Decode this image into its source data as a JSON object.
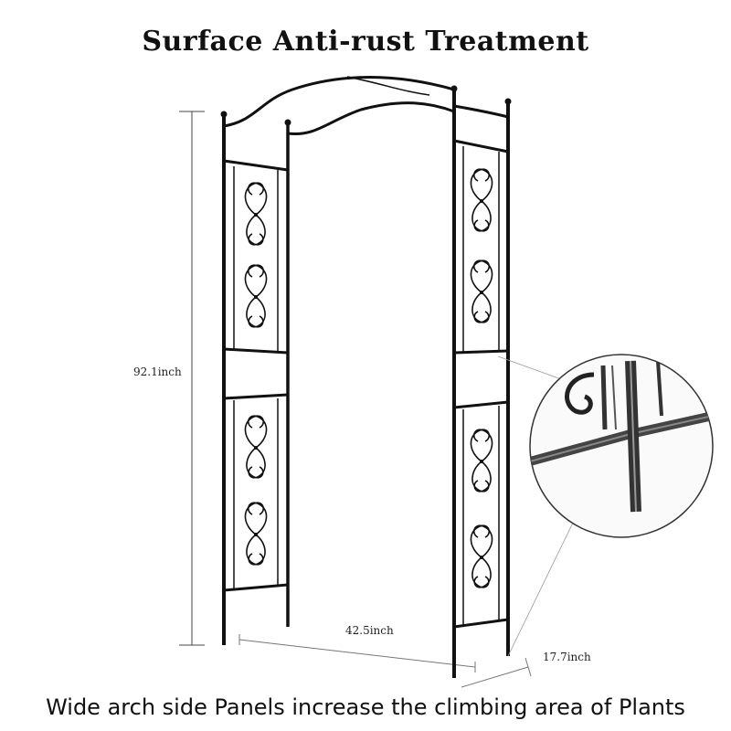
{
  "title": "Surface Anti-rust Treatment",
  "caption": "Wide arch side Panels increase the climbing area of Plants",
  "dimensions": {
    "height": "92.1inch",
    "width": "42.5inch",
    "depth": "17.7inch"
  },
  "colors": {
    "frame": "#111111",
    "dimension_line": "#444444",
    "text": "#111111"
  },
  "images": [
    "garden-arch-illustration",
    "frame-detail-closeup"
  ]
}
